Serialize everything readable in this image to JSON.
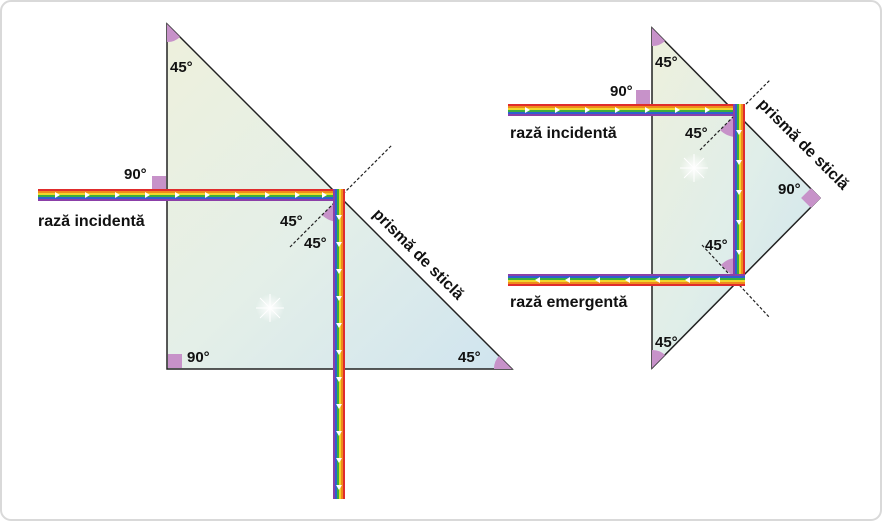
{
  "colors": {
    "frame_border": "#d9d9d9",
    "prism_outline": "#222222",
    "angle_marker": "#c792c9",
    "ray_bands": [
      "#8b3fa8",
      "#2f5fd0",
      "#3cae3c",
      "#f0d62a",
      "#f08a1c",
      "#e02c2c"
    ],
    "ray_arrow": "#ffffff"
  },
  "left_prism": {
    "label": "prismă de sticlă",
    "incident_label": "rază incidentă",
    "angles": {
      "top": "45°",
      "incident_square": "90°",
      "bottom_left": "90°",
      "bottom_right": "45°",
      "reflection_1": "45°",
      "reflection_2": "45°"
    }
  },
  "right_prism": {
    "label": "prismă de sticlă",
    "incident_label": "rază incidentă",
    "emergent_label": "rază emergentă",
    "angles": {
      "top": "45°",
      "incident_square": "90°",
      "upper_reflection": "45°",
      "right_corner": "90°",
      "lower_reflection": "45°",
      "bottom": "45°"
    }
  }
}
